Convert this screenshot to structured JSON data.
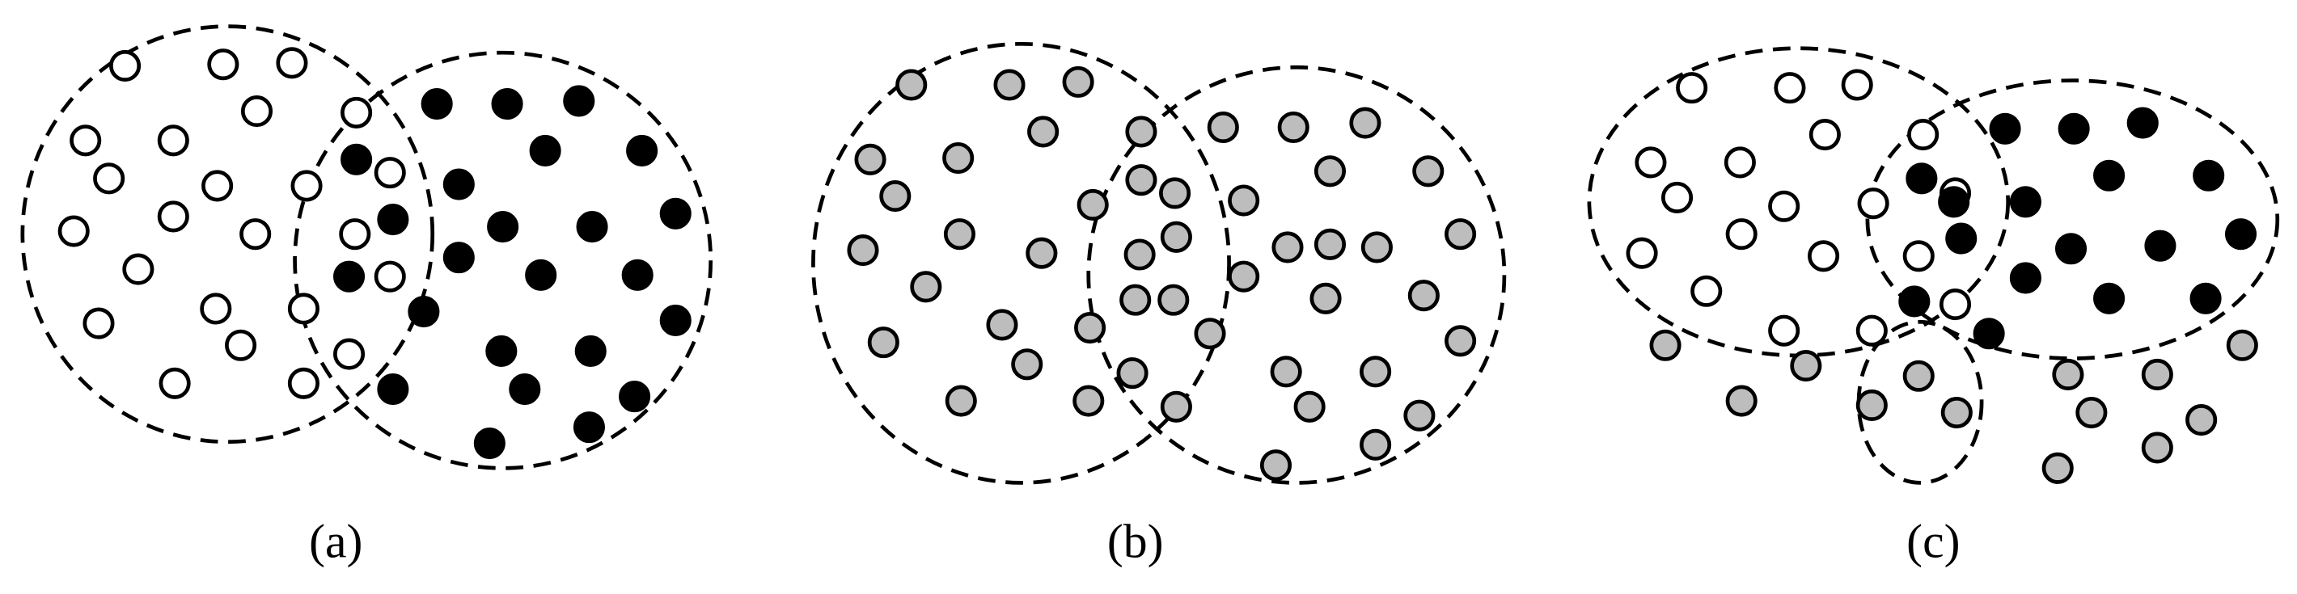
{
  "figure": {
    "colors": {
      "open": "#ffffff",
      "filled": "#000000",
      "gray": "#bdbdbd",
      "stroke": "#000000"
    },
    "panels": [
      {
        "id": "a",
        "label": "(a)",
        "point_groups": [
          "open",
          "filled"
        ]
      },
      {
        "id": "b",
        "label": "(b)",
        "point_groups": [
          "gray"
        ]
      },
      {
        "id": "c",
        "label": "(c)",
        "point_groups": [
          "open",
          "filled",
          "gray"
        ]
      }
    ]
  }
}
